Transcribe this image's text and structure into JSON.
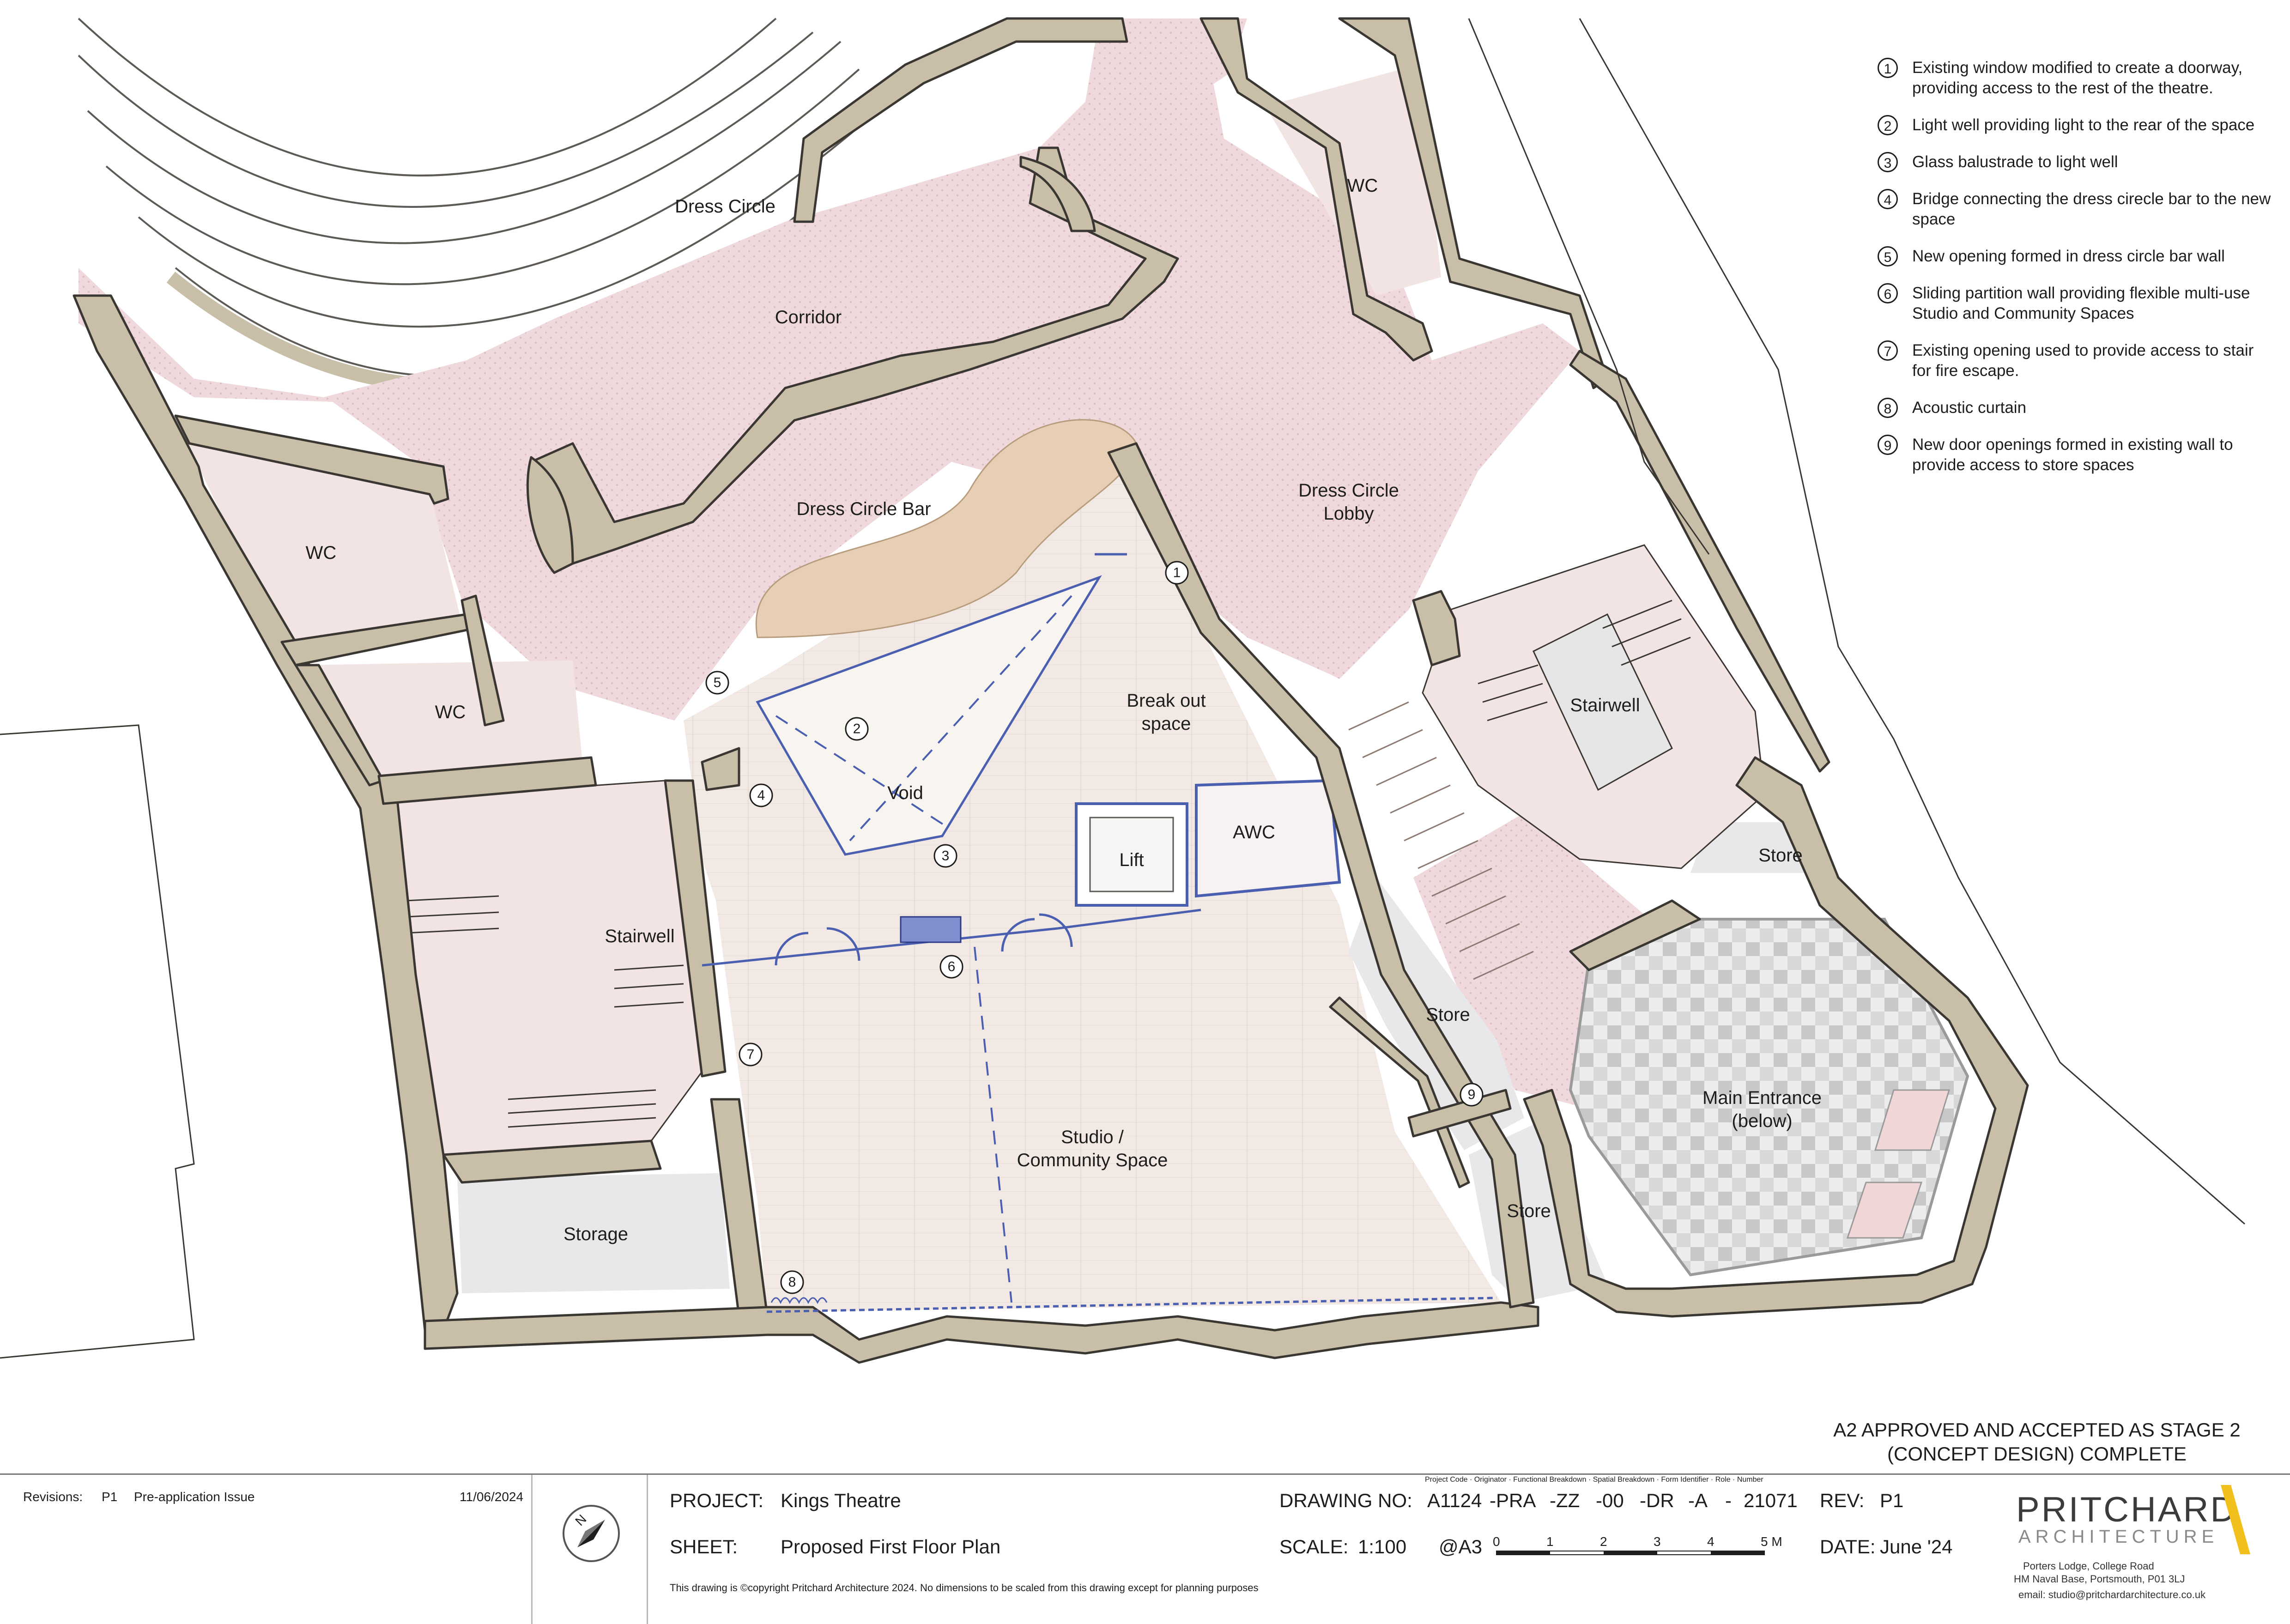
{
  "rooms": {
    "dress_circle": "Dress Circle",
    "corridor": "Corridor",
    "dress_circle_bar": "Dress Circle Bar",
    "dress_circle_lobby_1": "Dress Circle",
    "dress_circle_lobby_2": "Lobby",
    "wc_top": "WC",
    "wc_left": "WC",
    "wc_mid": "WC",
    "break_out_1": "Break out",
    "break_out_2": "space",
    "void": "Void",
    "lift": "Lift",
    "awc": "AWC",
    "stairwell_right": "Stairwell",
    "stairwell_left": "Stairwell",
    "store_1": "Store",
    "store_2": "Store",
    "store_3": "Store",
    "studio_1": "Studio /",
    "studio_2": "Community Space",
    "storage": "Storage",
    "main_entrance_1": "Main Entrance",
    "main_entrance_2": "(below)"
  },
  "plan_markers": [
    "1",
    "2",
    "3",
    "4",
    "5",
    "6",
    "7",
    "8",
    "9"
  ],
  "notes": [
    {
      "num": "1",
      "text": "Existing window modified to create a doorway, providing access to the rest of the theatre."
    },
    {
      "num": "2",
      "text": "Light well providing light to the rear of the space"
    },
    {
      "num": "3",
      "text": "Glass balustrade to light well"
    },
    {
      "num": "4",
      "text": "Bridge connecting the dress cirecle bar to the new space"
    },
    {
      "num": "5",
      "text": "New opening formed in dress circle bar wall"
    },
    {
      "num": "6",
      "text": "Sliding partition wall providing flexible multi-use Studio and Community Spaces"
    },
    {
      "num": "7",
      "text": "Existing opening used to provide access to stair for fire escape."
    },
    {
      "num": "8",
      "text": "Acoustic curtain"
    },
    {
      "num": "9",
      "text": "New door openings formed in existing wall to provide access to store spaces"
    }
  ],
  "stamp": {
    "line1": "A2 APPROVED AND ACCEPTED AS STAGE 2",
    "line2": "(CONCEPT DESIGN) COMPLETE"
  },
  "title_block": {
    "revisions_label": "Revisions:",
    "revision_code": "P1",
    "revision_desc": "Pre-application Issue",
    "revision_date": "11/06/2024",
    "project_label": "PROJECT:",
    "project_value": "Kings Theatre",
    "sheet_label": "SHEET:",
    "sheet_value": "Proposed First Floor Plan",
    "copyright": "This drawing is ©copyright Pritchard Architecture 2024. No dimensions to be scaled from this drawing except for planning purposes",
    "drawing_no_label": "DRAWING NO:",
    "drawing_no_header": "Project Code · Originator · Functional Breakdown · Spatial Breakdown · Form Identifier · Role · Number",
    "drawing_no_parts": [
      "A1124",
      "-PRA",
      "-ZZ",
      "-00",
      "-DR",
      "-A",
      "-",
      "21071"
    ],
    "scale_label": "SCALE:",
    "scale_value": "1:100",
    "scale_paper": "@A3",
    "scale_ticks": [
      "0",
      "1",
      "2",
      "3",
      "4",
      "5 M"
    ],
    "rev_label": "REV:",
    "rev_value": "P1",
    "date_label": "DATE:",
    "date_value": "June '24",
    "company_name": "PRITCHARD",
    "company_sub": "ARCHITECTURE",
    "address_1": "Porters Lodge, College Road",
    "address_2": "HM Naval Base, Portsmouth, P01 3LJ",
    "email": "email: studio@pritchardarchitecture.co.uk"
  },
  "colors": {
    "wall": "#c9bfa9",
    "wall_stroke": "#3a3631",
    "circulation": "#efd9dd",
    "room_pink": "#f3e4e4",
    "studio_floor": "#f1e7e2",
    "store_floor": "#e8e8ea",
    "glass": "#4a5fb0",
    "accent": "#f2c01c"
  },
  "north_arrow": "north-arrow-icon"
}
